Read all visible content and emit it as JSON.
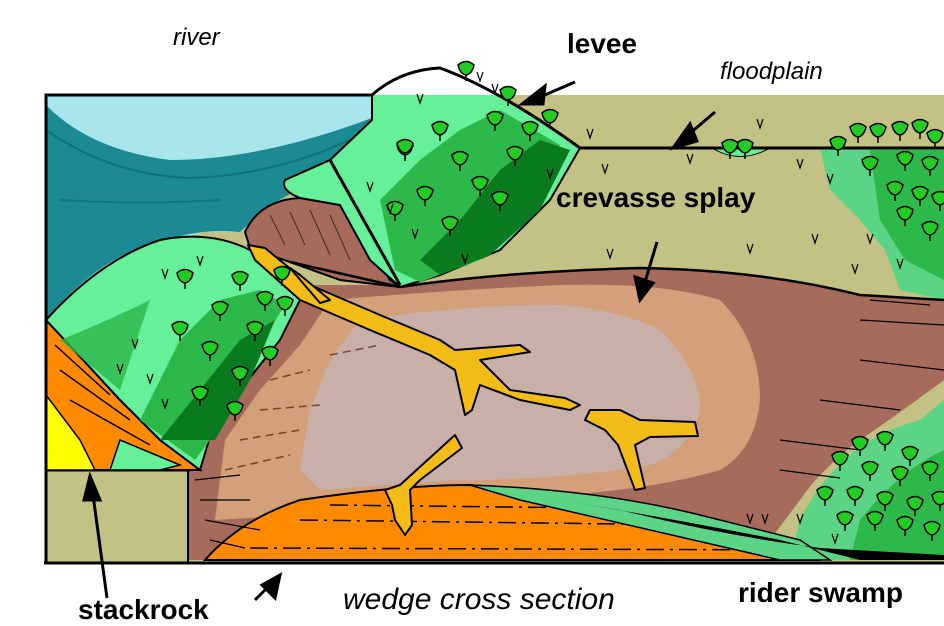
{
  "labels": {
    "river": "river",
    "levee": "levee",
    "floodplain": "floodplain",
    "crevasse_splay": "crevasse splay",
    "stackrock": "stackrock",
    "wedge_cross_section": "wedge cross section",
    "rider_swamp": "rider swamp"
  },
  "colors": {
    "river_light": "#a8e6ec",
    "river_dark": "#1b8a93",
    "levee_light": "#66f09a",
    "levee_mid": "#2db84a",
    "levee_dark": "#0a7a1e",
    "floodplain": "#c4c185",
    "splay_outer": "#a66b5a",
    "splay_mid": "#d4a07a",
    "splay_inner": "#c8b0a8",
    "channel": "#f4bc16",
    "wedge": "#ff8a00",
    "swamp_green": "#5cd486",
    "coal": "#000000"
  },
  "icons": [
    "tree-icon",
    "grass-tuft-icon",
    "arrow-icon"
  ]
}
